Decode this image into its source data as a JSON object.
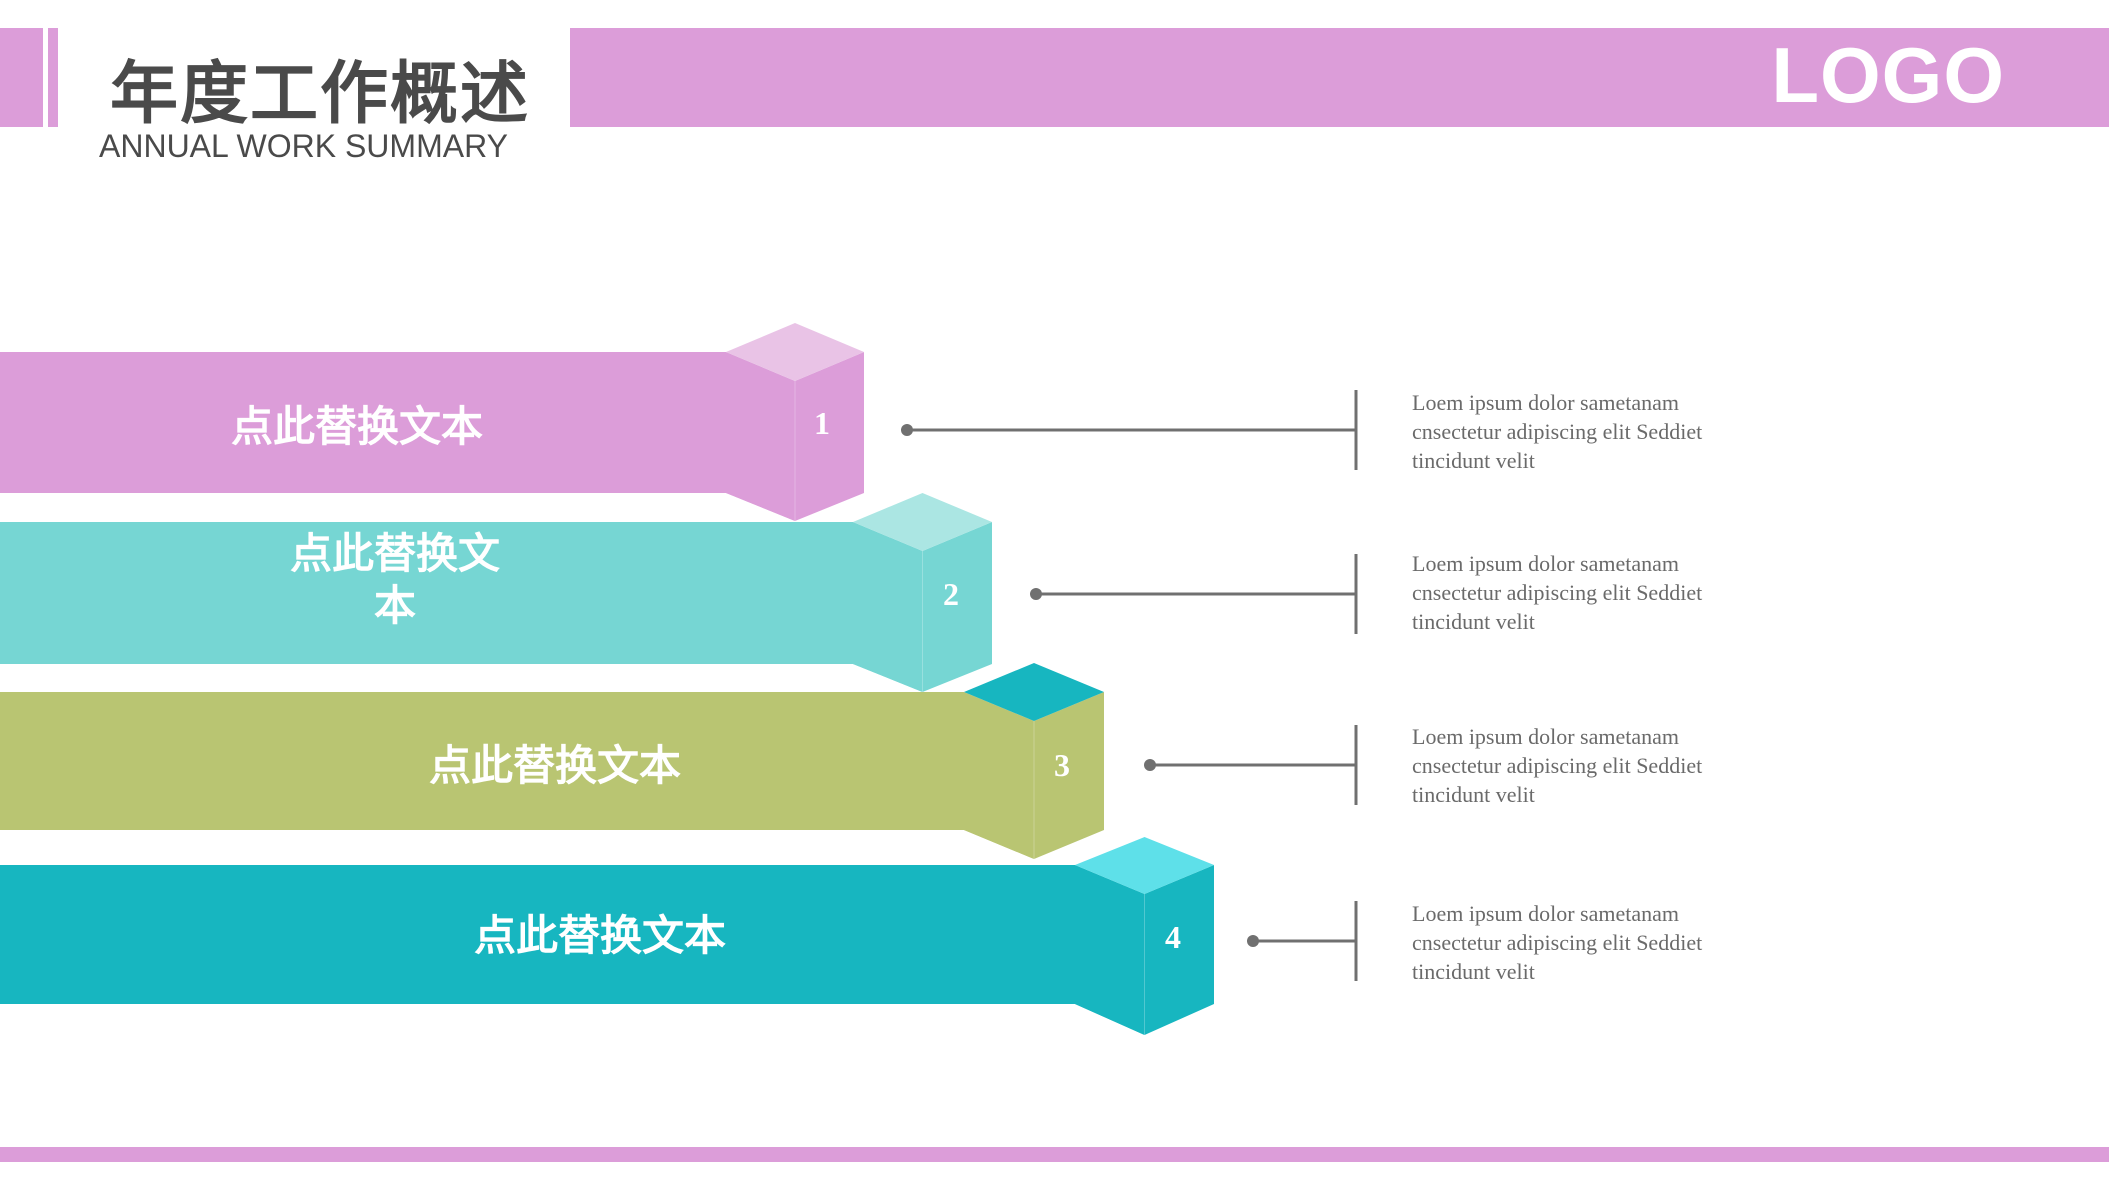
{
  "header": {
    "title_zh": "年度工作概述",
    "title_en": "ANNUAL WORK SUMMARY",
    "logo": "LOGO"
  },
  "colors": {
    "accent": "#dc9dd9"
  },
  "steps": [
    {
      "number": "1",
      "label": "点此替换文本",
      "description": "Loem ipsum dolor sametanam cnsectetur adipiscing elit Seddiet tincidunt velit",
      "colors": {
        "front": "#dc9dd9",
        "top": "#e9c3e6",
        "side": "#dc9dd9"
      }
    },
    {
      "number": "2",
      "label": "点此替换文本",
      "description": "Loem ipsum dolor sametanam cnsectetur adipiscing elit Seddiet tincidunt velit",
      "colors": {
        "front": "#76d6d3",
        "top": "#abe6e3",
        "side": "#76d6d3"
      }
    },
    {
      "number": "3",
      "label": "点此替换文本",
      "description": "Loem ipsum dolor sametanam cnsectetur adipiscing elit Seddiet tincidunt velit",
      "colors": {
        "front": "#b9c572",
        "top": "#17b6c0",
        "side": "#b9c572"
      }
    },
    {
      "number": "4",
      "label": "点此替换文本",
      "description": "Loem ipsum dolor sametanam cnsectetur adipiscing elit Seddiet tincidunt velit",
      "colors": {
        "front": "#17b6c0",
        "top": "#5ee0e9",
        "side": "#17b6c0"
      }
    }
  ]
}
